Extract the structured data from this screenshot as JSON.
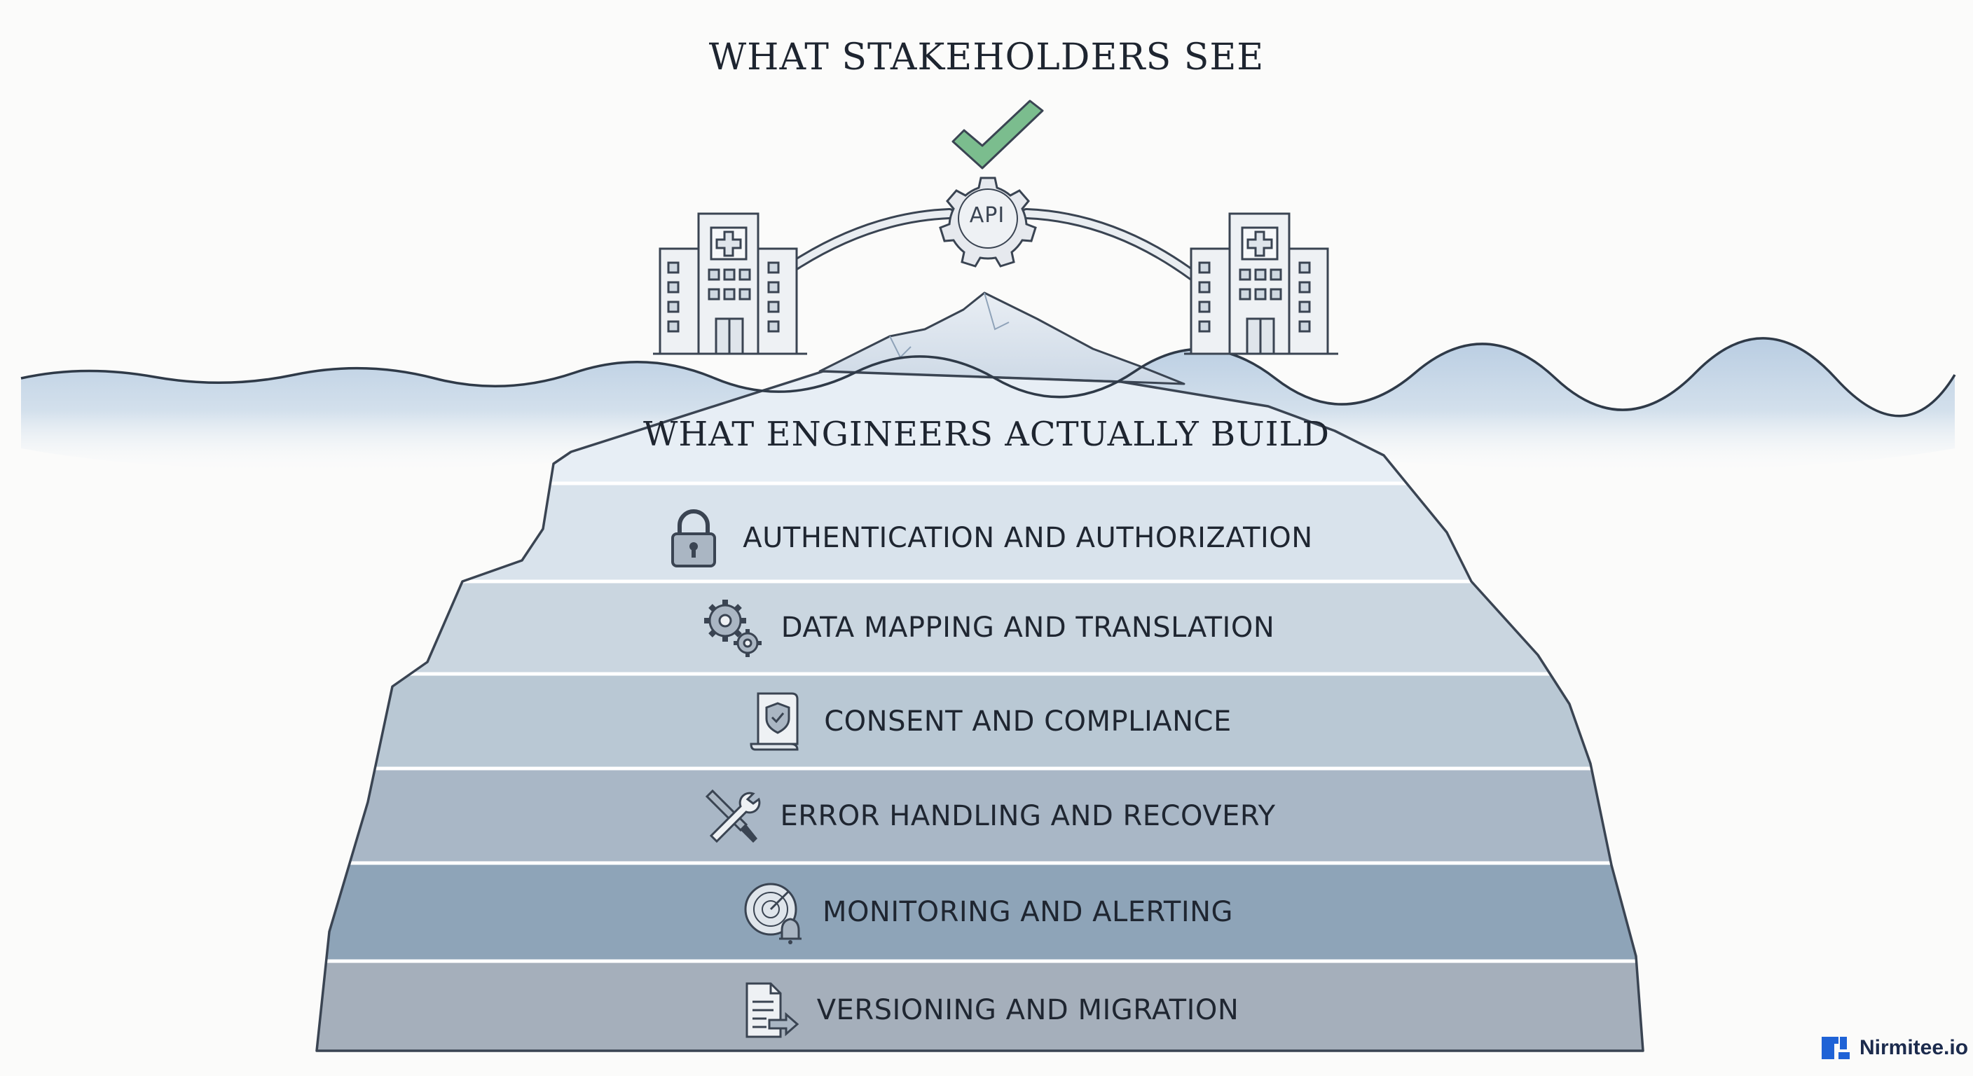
{
  "headings": {
    "above": "WHAT STAKEHOLDERS SEE",
    "below": "WHAT ENGINEERS ACTUALLY BUILD"
  },
  "api": {
    "label": "API"
  },
  "layers": [
    {
      "label": "AUTHENTICATION AND AUTHORIZATION",
      "icon": "padlock-icon"
    },
    {
      "label": "DATA MAPPING AND TRANSLATION",
      "icon": "gears-icon"
    },
    {
      "label": "CONSENT AND COMPLIANCE",
      "icon": "shield-document-icon"
    },
    {
      "label": "ERROR HANDLING AND RECOVERY",
      "icon": "wrench-screwdriver-icon"
    },
    {
      "label": "MONITORING AND ALERTING",
      "icon": "radar-bell-icon"
    },
    {
      "label": "VERSIONING AND MIGRATION",
      "icon": "document-arrow-icon"
    }
  ],
  "brand": {
    "name": "Nirmitee.io",
    "color": "#1f63d6"
  },
  "colors": {
    "line": "#3a4452",
    "check": "#5fa474",
    "water": "#c9d9e8"
  }
}
